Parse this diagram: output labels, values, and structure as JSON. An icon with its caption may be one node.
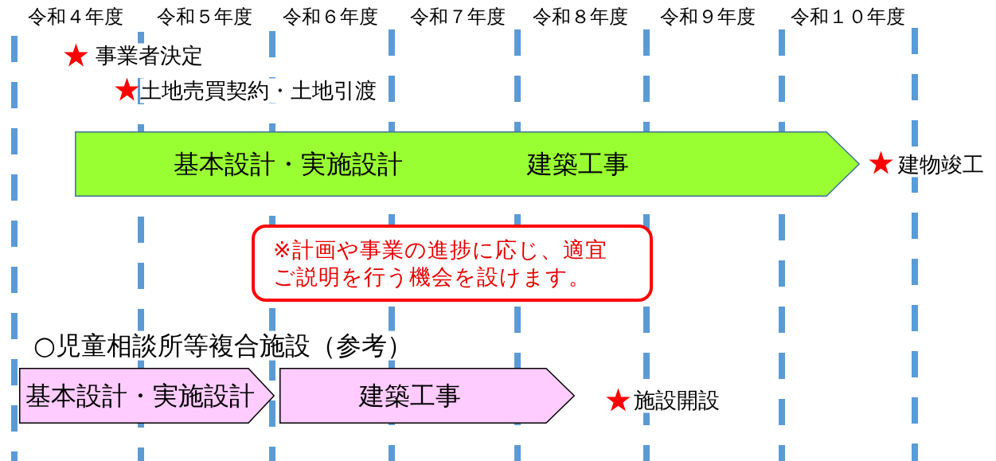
{
  "diagram": {
    "nodes": [
      {
        "text": [
          "基本設計・実施設計",
          "建築工事"
        ]
      },
      {
        "text": [
          "※計画や事業の進捗に応じ、適宜ご説明を行う機会を設けます。"
        ]
      },
      {
        "text": [
          "基本設計・実施設計"
        ]
      },
      {
        "text": [
          "建築工事"
        ]
      }
    ],
    "labels": [
      "令和４年度",
      "令和５年度",
      "令和６年度",
      "令和７年度",
      "令和８年度",
      "令和９年度",
      "令和１０年度",
      "事業者決定",
      "土地売買契約・土地引渡",
      "建物竣工",
      "○児童相談所等複合施設（参考）",
      "施設開設"
    ]
  }
}
